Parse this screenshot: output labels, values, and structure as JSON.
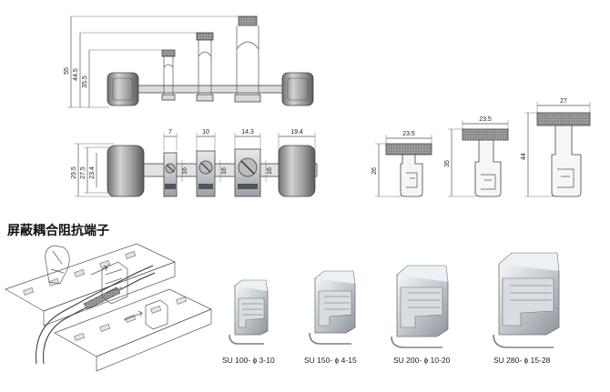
{
  "title": "屏蔽耦合阻抗端子",
  "front_view": {
    "heights": [
      "55",
      "44.5",
      "35.5"
    ]
  },
  "top_view": {
    "widths": [
      "7",
      "10",
      "14.3",
      "19.4"
    ],
    "heights": [
      "29.5",
      "27.5",
      "23.4"
    ],
    "inner": [
      "16",
      "16",
      "16"
    ]
  },
  "side_views": [
    {
      "width": "23.5",
      "height": "26"
    },
    {
      "width": "23.5",
      "height": "35"
    },
    {
      "width": "27",
      "height": "44"
    }
  ],
  "products": [
    {
      "label": "SU 100- ϕ 3-10"
    },
    {
      "label": "SU 150- ϕ 4-15"
    },
    {
      "label": "SU 200- ϕ 10-20"
    },
    {
      "label": "SU 280- ϕ 15-28"
    }
  ]
}
